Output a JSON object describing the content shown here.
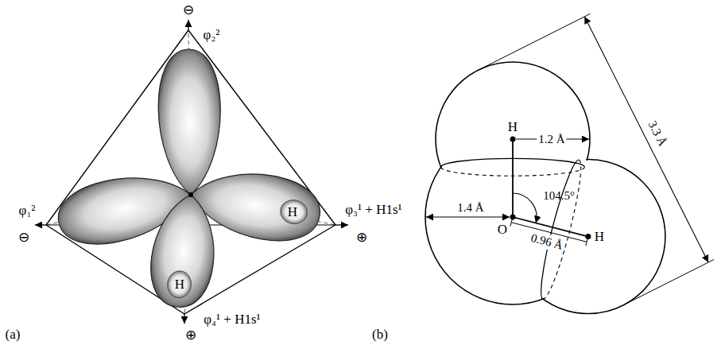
{
  "diagram": {
    "labels": [
      "⊖",
      "φ₂²",
      "φ₁²",
      "⊖",
      "H",
      "φ₃¹ + H1s¹",
      "⊕",
      "H",
      "φ₄¹ + H1s¹",
      "⊕",
      "(a)",
      "H",
      "1.2 Å",
      "104.5°",
      "O",
      "1.4 Å",
      "0.96 Å",
      "H",
      "3.3 Å",
      "(b)"
    ]
  }
}
